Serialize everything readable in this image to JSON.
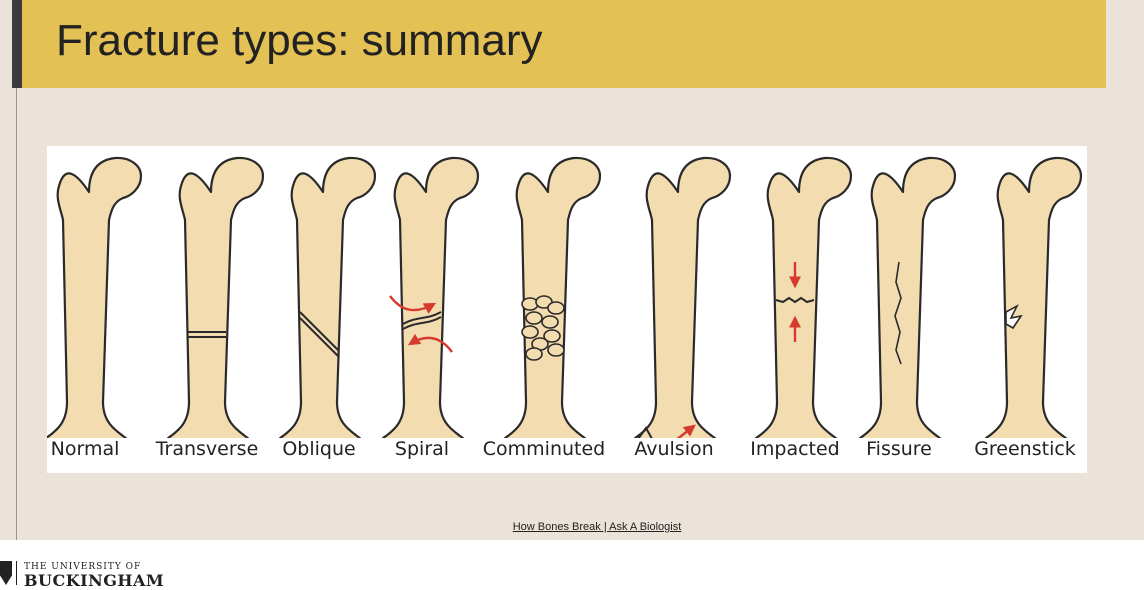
{
  "slide": {
    "title": "Fracture types: summary",
    "source_link": "How Bones Break | Ask A Biologist"
  },
  "figure": {
    "labels": [
      "Normal",
      "Transverse",
      "Oblique",
      "Spiral",
      "Comminuted",
      "Avulsion",
      "Impacted",
      "Fissure",
      "Greenstick"
    ]
  },
  "logo": {
    "line1": "THE UNIVERSITY OF",
    "line2": "BUCKINGHAM"
  },
  "colors": {
    "title_band": "#e4c155",
    "slide_bg": "#ebe3d9",
    "bone_fill": "#f3dcb0",
    "arrow": "#d63a2c"
  }
}
